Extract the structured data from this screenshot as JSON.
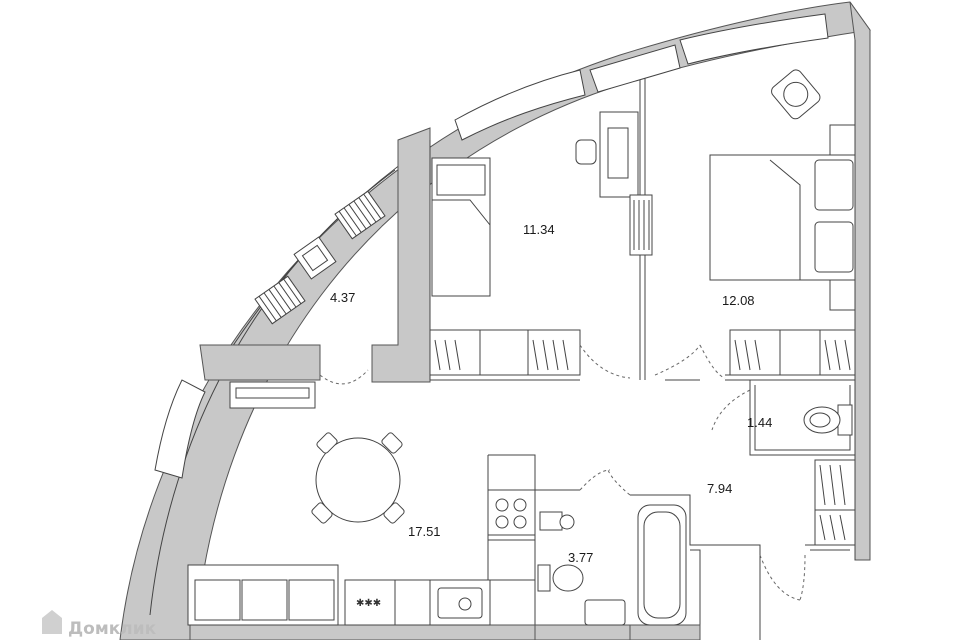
{
  "plan": {
    "rooms": [
      {
        "id": "balcony",
        "area": "4.37"
      },
      {
        "id": "bedroom-small",
        "area": "11.34"
      },
      {
        "id": "bedroom-main",
        "area": "12.08"
      },
      {
        "id": "wc",
        "area": "1.44"
      },
      {
        "id": "hall",
        "area": "7.94"
      },
      {
        "id": "living-kitchen",
        "area": "17.51"
      },
      {
        "id": "bathroom",
        "area": "3.77"
      }
    ]
  },
  "watermark": {
    "text": "Домклик",
    "icon": "domclick-logo-icon"
  }
}
